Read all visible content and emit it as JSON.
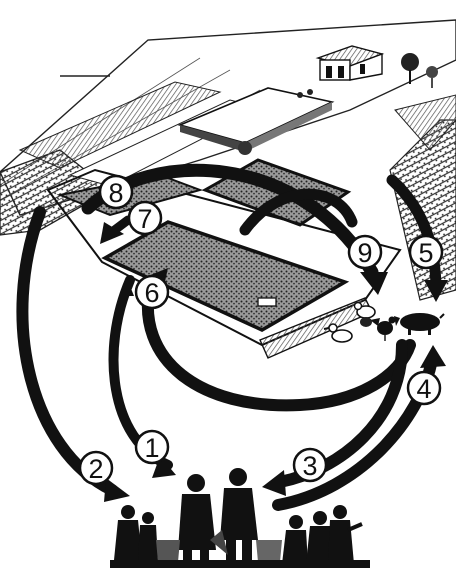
{
  "diagram": {
    "colors": {
      "ink": "#111111",
      "paper": "#ffffff",
      "hatch": "#8a8a8a",
      "dark": "#2a2a2a"
    },
    "labels": [
      {
        "id": "1",
        "text": "1"
      },
      {
        "id": "2",
        "text": "2"
      },
      {
        "id": "3",
        "text": "3"
      },
      {
        "id": "4",
        "text": "4"
      },
      {
        "id": "5",
        "text": "5"
      },
      {
        "id": "6",
        "text": "6"
      },
      {
        "id": "7",
        "text": "7"
      },
      {
        "id": "8",
        "text": "8"
      },
      {
        "id": "9",
        "text": "9"
      }
    ],
    "icons": [
      "farmhouse-icon",
      "tree-icon",
      "fish-pond-icon",
      "duck-icon",
      "chicken-icon",
      "pig-icon",
      "farmer-family-icon"
    ]
  }
}
